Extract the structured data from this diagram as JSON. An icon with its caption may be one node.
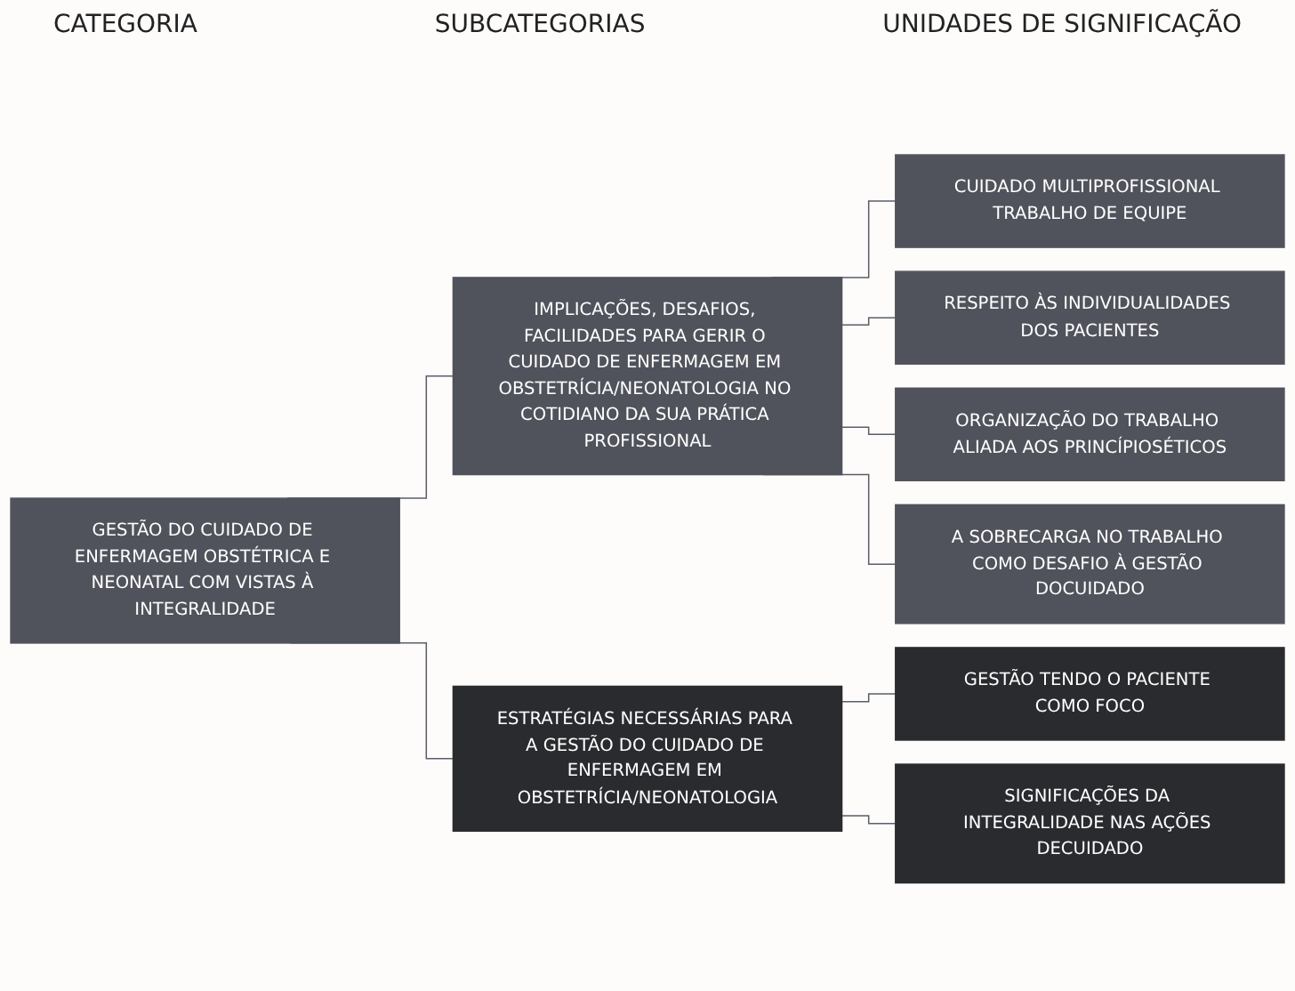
{
  "diagram": {
    "nodes": [
      {
        "text": [
          "GESTÃO DO CUIDADO DE ENFERMAGEM OBSTÉTRICA E NEONATAL COM VISTAS À INTEGRALIDADE"
        ]
      },
      {
        "text": [
          "IMPLICAÇÕES, DESAFIOS, FACILIDADES PARA GERIR O CUIDADO DE ENFERMAGEM EM OBSTETRÍCIA/NEONATOLOGIA NO COTIDIANO DA SUA PRÁTICA PROFISSIONAL"
        ]
      },
      {
        "text": [
          "ESTRATÉGIAS NECESSÁRIAS PARA A GESTÃO DO CUIDADO DE ENFERMAGEM EM OBSTETRÍCIA/NEONATOLOGIA"
        ]
      },
      {
        "text": [
          "CUIDADO MULTIPROFISSIONAL TRABALHO DE EQUIPE"
        ]
      },
      {
        "text": [
          "RESPEITO ÀS INDIVIDUALIDADES DOS PACIENTES"
        ]
      },
      {
        "text": [
          "ORGANIZAÇÃO DO TRABALHO ALIADA AOS PRINCÍPIOSÉTICOS"
        ]
      },
      {
        "text": [
          "A SOBRECARGA NO TRABALHO COMO DESAFIO À GESTÃO DOCUIDADO"
        ]
      },
      {
        "text": [
          "GESTÃO TENDO O PACIENTE COMO FOCO"
        ]
      },
      {
        "text": [
          "SIGNIFICAÇÕES DA INTEGRALIDADE NAS AÇÕES DECUIDADO"
        ]
      }
    ],
    "edges": [
      {
        "from": 0,
        "to": 1,
        "arrow": "none"
      },
      {
        "from": 0,
        "to": 2,
        "arrow": "none"
      },
      {
        "from": 1,
        "to": 3,
        "arrow": "none"
      },
      {
        "from": 1,
        "to": 4,
        "arrow": "none"
      },
      {
        "from": 1,
        "to": 5,
        "arrow": "none"
      },
      {
        "from": 1,
        "to": 6,
        "arrow": "none"
      },
      {
        "from": 2,
        "to": 7,
        "arrow": "none"
      },
      {
        "from": 2,
        "to": 8,
        "arrow": "none"
      }
    ],
    "labels": [
      "UNIDADES DE SIGNIFICAÇÃO",
      "SUBCATEGORIAS",
      "CATEGORIA"
    ]
  }
}
